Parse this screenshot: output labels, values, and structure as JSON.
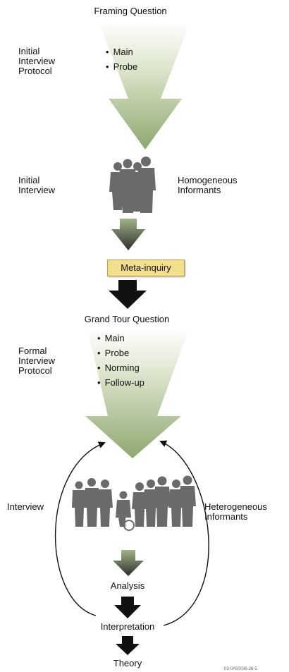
{
  "framing_question": "Framing Question",
  "initial_protocol": {
    "label_lines": [
      "Initial",
      "Interview",
      "Protocol"
    ],
    "bullets": [
      "Main",
      "Probe"
    ]
  },
  "initial_interview": {
    "label_lines": [
      "Initial",
      "Interview"
    ]
  },
  "homogeneous": {
    "label_lines": [
      "Homogeneous",
      "Informants"
    ]
  },
  "meta_inquiry": "Meta-inquiry",
  "grand_tour_question": "Grand Tour Question",
  "formal_protocol": {
    "label_lines": [
      "Formal",
      "Interview",
      "Protocol"
    ],
    "bullets": [
      "Main",
      "Probe",
      "Norming",
      "Follow-up"
    ]
  },
  "interview": "Interview",
  "heterogeneous": {
    "label_lines": [
      "Heterogeneous",
      "Informants"
    ]
  },
  "analysis": "Analysis",
  "interpretation": "Interpretation",
  "theory": "Theory",
  "figure_code": "03-0A50036-26-5",
  "colors": {
    "funnel_light": "#eef2e4",
    "funnel_dark": "#8ea86f",
    "dark_arrow": "#111111",
    "meta_box": "#f2df8a",
    "silhouette": "#6a6a6a"
  }
}
